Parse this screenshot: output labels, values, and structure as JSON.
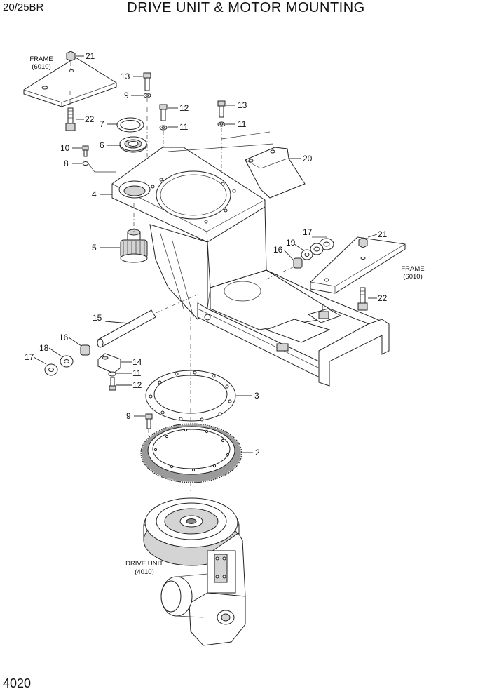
{
  "header": {
    "model": "20/25BR",
    "title": "DRIVE UNIT & MOTOR MOUNTING"
  },
  "footer": {
    "page_number": "4020"
  },
  "notes": {
    "frame_left": "FRAME",
    "frame_left_ref": "(6010)",
    "frame_right": "FRAME",
    "frame_right_ref": "(6010)",
    "drive_unit": "DRIVE UNIT",
    "drive_unit_ref": "(4010)"
  },
  "callouts": {
    "c21a": "21",
    "c22a": "22",
    "c13a": "13",
    "c9a": "9",
    "c12a": "12",
    "c11a": "11",
    "c13b": "13",
    "c11b": "11",
    "c7": "7",
    "c6": "6",
    "c10": "10",
    "c8": "8",
    "c20": "20",
    "c4": "4",
    "c5": "5",
    "c17a": "17",
    "c21b": "21",
    "c19": "19",
    "c16a": "16",
    "c22b": "22",
    "c15": "15",
    "c16b": "16",
    "c18": "18",
    "c17b": "17",
    "c14": "14",
    "c11c": "11",
    "c12b": "12",
    "c3": "3",
    "c9b": "9",
    "c2": "2"
  }
}
